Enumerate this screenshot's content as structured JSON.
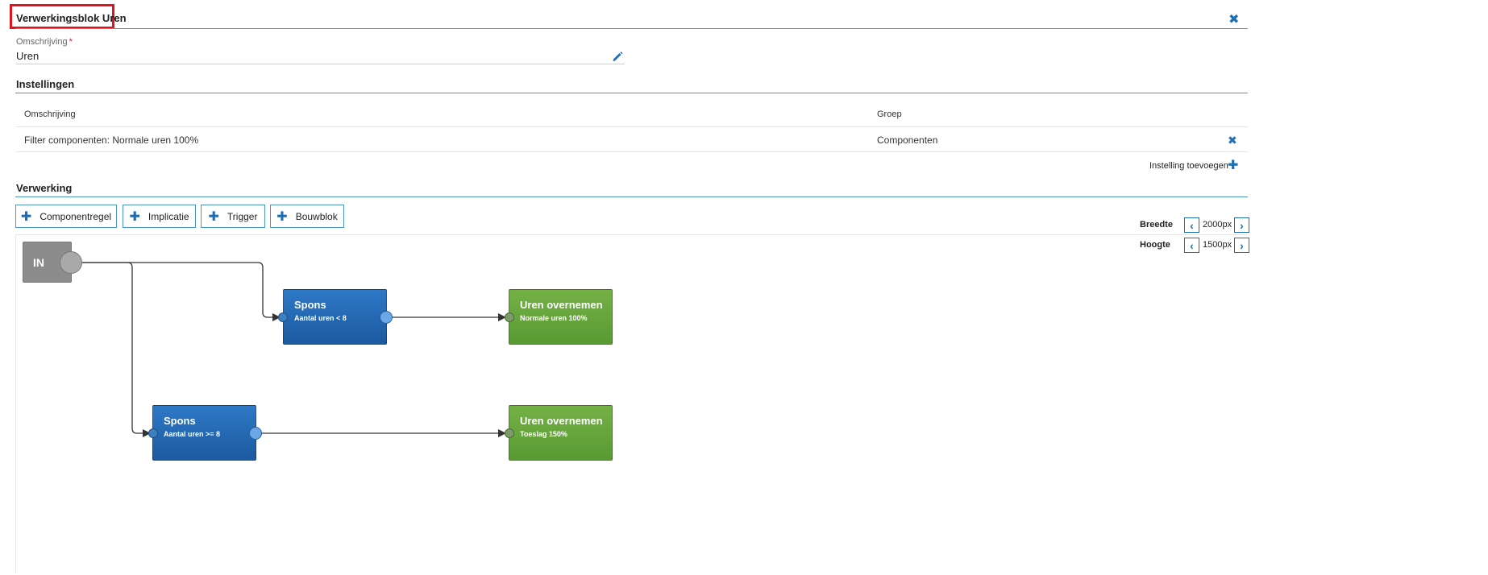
{
  "header": {
    "title": "Verwerkingsblok Uren",
    "close_icon": "close-icon"
  },
  "field": {
    "label": "Omschrijving",
    "required_mark": "*",
    "value": "Uren",
    "edit_icon": "pencil-icon"
  },
  "instellingen": {
    "title": "Instellingen",
    "columns": [
      "Omschrijving",
      "Groep"
    ],
    "rows": [
      {
        "omschrijving": "Filter componenten: Normale uren 100%",
        "groep": "Componenten"
      }
    ],
    "add_label": "Instelling toevoegen"
  },
  "verwerking": {
    "title": "Verwerking",
    "buttons": [
      "Componentregel",
      "Implicatie",
      "Trigger",
      "Bouwblok"
    ],
    "breedte": {
      "label": "Breedte",
      "value": "2000px"
    },
    "hoogte": {
      "label": "Hoogte",
      "value": "1500px"
    }
  },
  "flow": {
    "in_label": "IN",
    "nodes": [
      {
        "title": "Spons",
        "subtitle": "Aantal uren < 8",
        "kind": "blue"
      },
      {
        "title": "Uren overnemen",
        "subtitle": "Normale uren 100%",
        "kind": "green"
      },
      {
        "title": "Spons",
        "subtitle": "Aantal uren >= 8",
        "kind": "blue"
      },
      {
        "title": "Uren overnemen",
        "subtitle": "Toeslag 150%",
        "kind": "green"
      }
    ]
  },
  "colors": {
    "accent": "#1c6fb5",
    "rule": "#4a98c9",
    "highlight": "#e0141e",
    "node_blue": "#2466b0",
    "node_green": "#66a63d",
    "in_gray": "#8c8c8c"
  }
}
